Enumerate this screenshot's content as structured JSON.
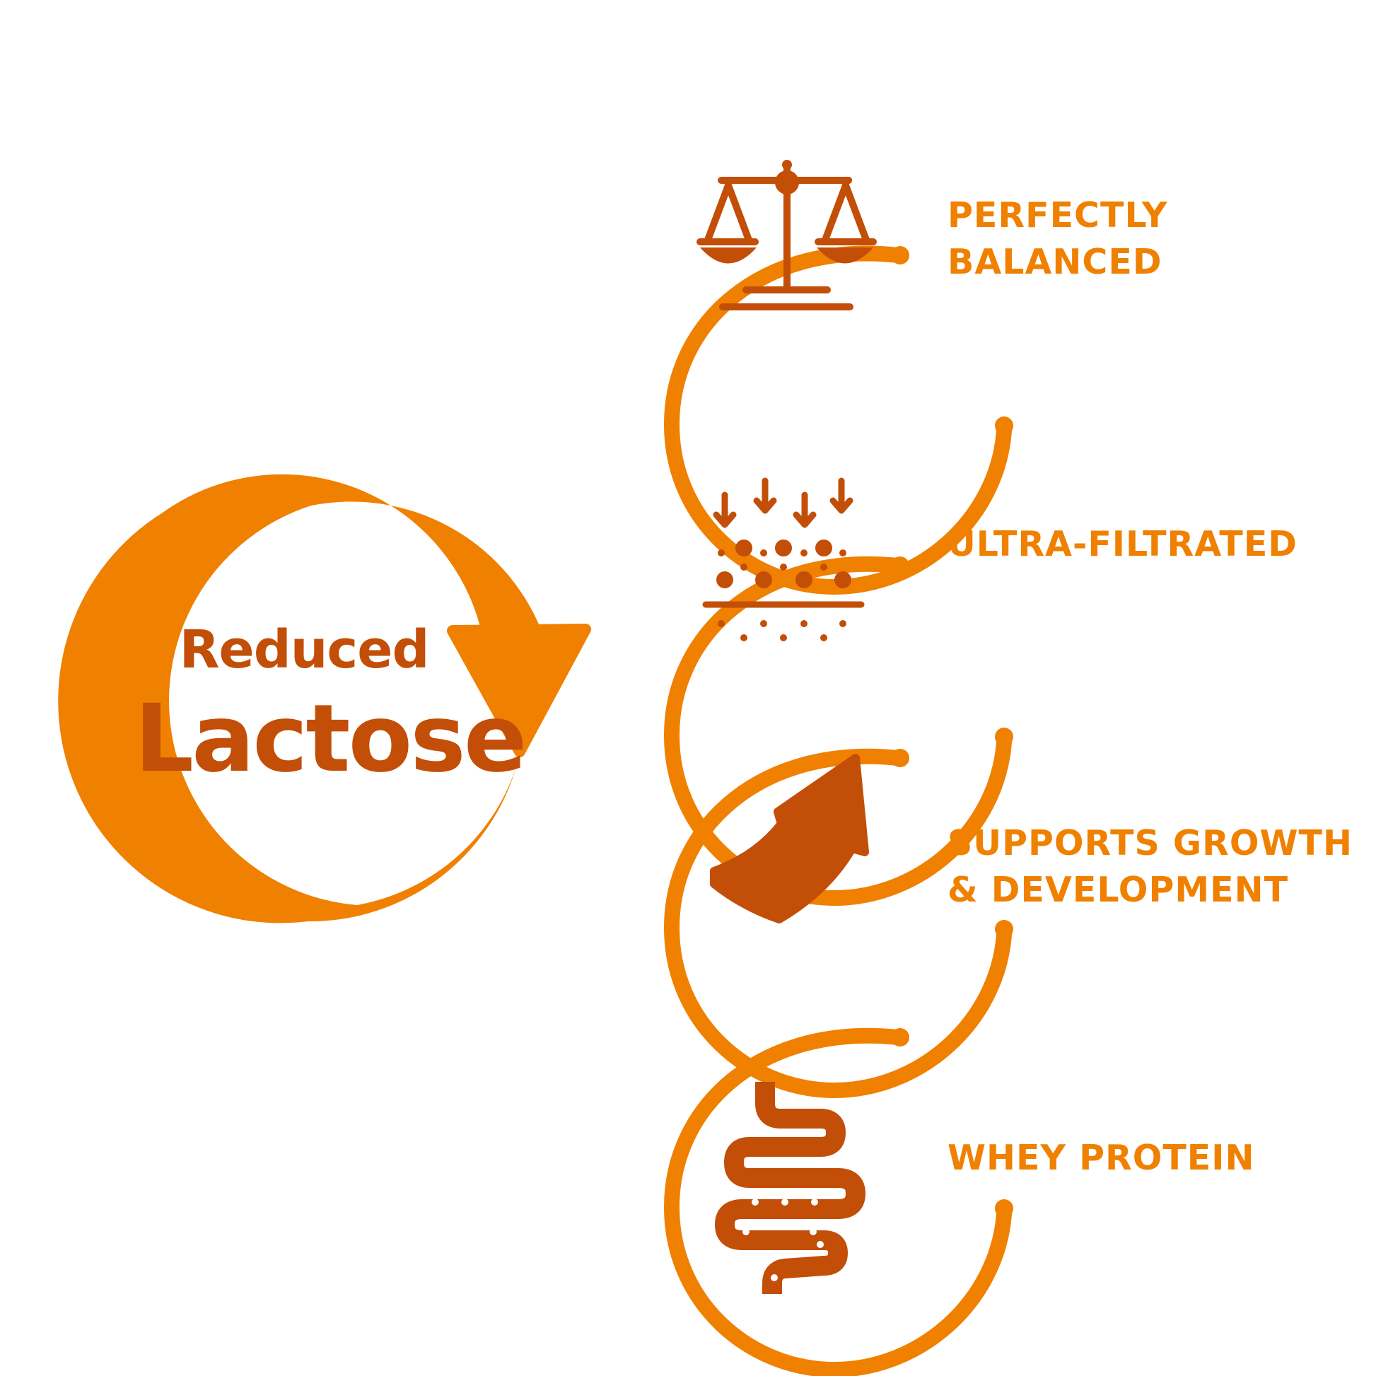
{
  "colors": {
    "accent": "#F08000",
    "icon": "#C24E08",
    "background": "#FFFFFF"
  },
  "hero": {
    "line1": "Reduced",
    "line2": "Lactose",
    "icon": "circular-arrow-icon"
  },
  "features": [
    {
      "lines": [
        "PERFECTLY",
        "BALANCED"
      ],
      "icon": "balance-scale-icon"
    },
    {
      "lines": [
        "ULTRA-FILTRATED"
      ],
      "icon": "filtration-icon"
    },
    {
      "lines": [
        "SUPPORTS GROWTH",
        "& DEVELOPMENT"
      ],
      "icon": "growth-arrow-icon"
    },
    {
      "lines": [
        "WHEY PROTEIN"
      ],
      "icon": "digestive-system-icon"
    }
  ]
}
